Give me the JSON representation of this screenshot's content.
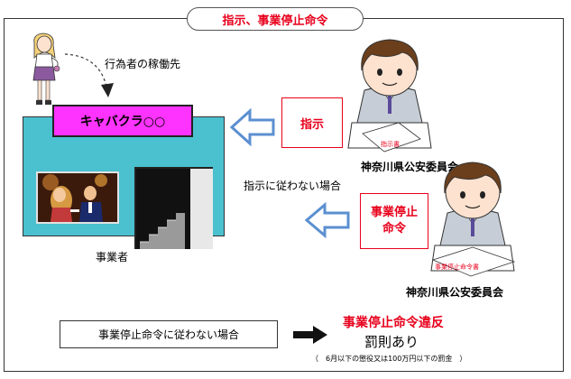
{
  "header": {
    "title": "指示、事業停止命令"
  },
  "left": {
    "worker_label": "行為者の稼働先",
    "sign_text": "キャバクラ○○",
    "owner_label": "事業者"
  },
  "flow": {
    "order_label": "指示",
    "condition_label": "指示に従わない場合",
    "stop_label_line1": "事業停止",
    "stop_label_line2": "命令"
  },
  "committee": {
    "label_top": "神奈川県公安委員会",
    "label_bottom": "神奈川県公安委員会",
    "doc_top": "指示書",
    "doc_bottom": "事業停止命令書"
  },
  "footer": {
    "condition": "事業停止命令に従わない場合",
    "violation": "事業停止命令違反",
    "penalty": "罰則あり",
    "penalty_note": "（　6月以下の懲役又は100万円以下の罰金　）"
  },
  "colors": {
    "accent_red": "#e8001c",
    "store_blue": "#4bc0cf",
    "sign_pink": "#ff33ff",
    "arrow_blue": "#5b8fd1"
  }
}
